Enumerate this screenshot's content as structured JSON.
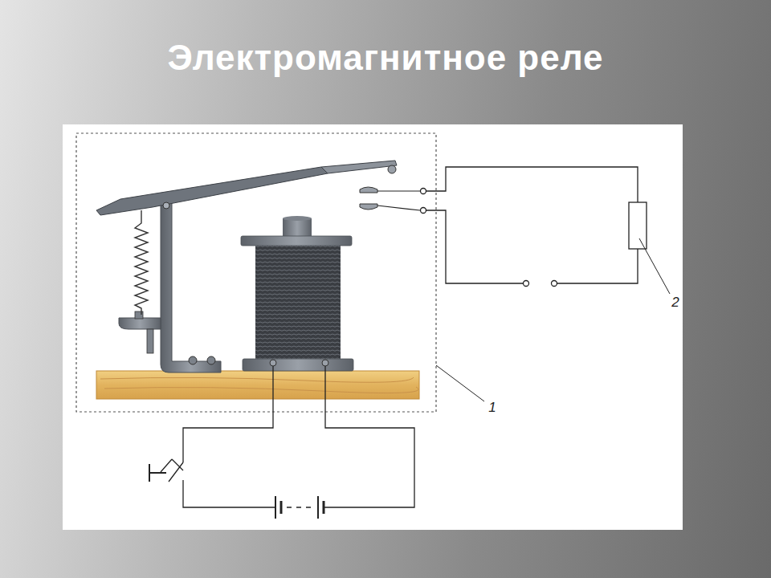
{
  "diagram": {
    "title": "Электромагнитное реле",
    "labels": [
      "1",
      "2"
    ]
  }
}
